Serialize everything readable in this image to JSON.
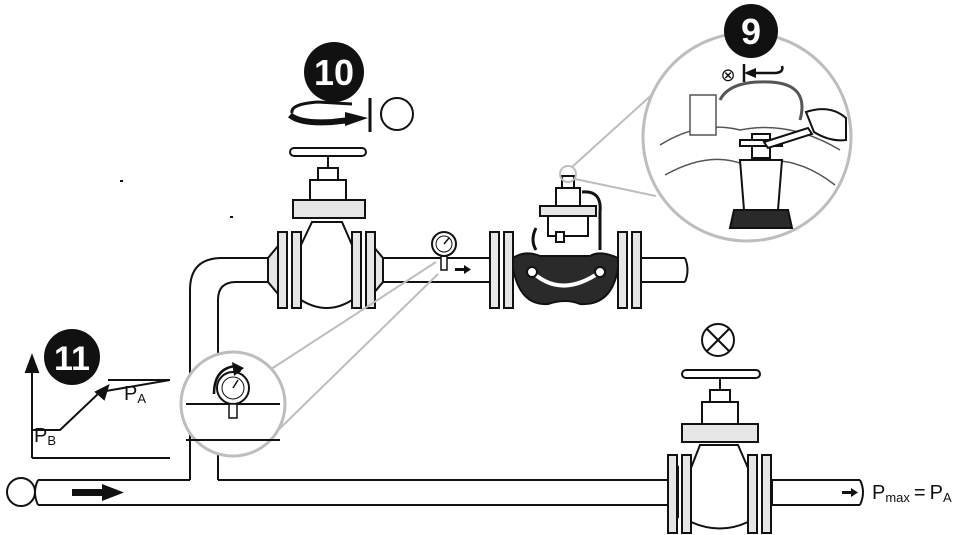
{
  "steps": {
    "step_9": "9",
    "step_10": "10",
    "step_11": "11"
  },
  "labels": {
    "pa_main": "P",
    "pa_sub": "A",
    "pb_main": "P",
    "pb_sub": "B",
    "pmax_main": "P",
    "pmax_sub": "max",
    "equals": "=",
    "outlet_main": "P",
    "outlet_sub": "A"
  },
  "symbols": {
    "closed": "⊗",
    "open": "○"
  },
  "colors": {
    "line": "#111111",
    "flange": "#e6e6e6",
    "callout": "#bdbdbd",
    "badge": "#111111",
    "body_dark": "#2a2a2a"
  }
}
